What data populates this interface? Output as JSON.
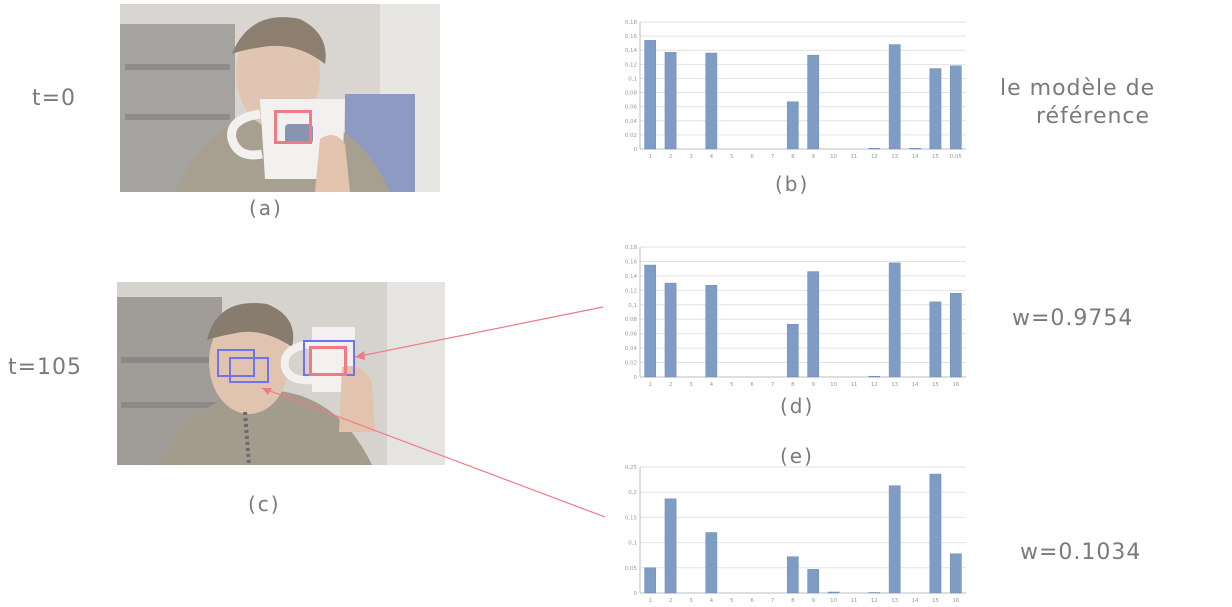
{
  "labels": {
    "t0": "t=0",
    "t105": "t=105",
    "caption_a": "(a)",
    "caption_b": "(b)",
    "caption_c": "(c)",
    "caption_d": "(d)",
    "caption_e": "(e)",
    "reference_line1": "le modèle de",
    "reference_line2": "référence",
    "weight_d": "w=0.9754",
    "weight_e": "w=0.1034"
  },
  "colors": {
    "bar": "#7f9cc4",
    "grid": "#e2e2e2",
    "tick_text": "#9a9a9a",
    "target_box": "#f07a86",
    "candidate_box": "#6f74ee",
    "arrow": "#f07a86"
  },
  "chart_data": [
    {
      "id": "b",
      "type": "bar",
      "categories": [
        "1",
        "2",
        "3",
        "4",
        "5",
        "6",
        "7",
        "8",
        "9",
        "10",
        "11",
        "12",
        "13",
        "14",
        "15",
        "0,05"
      ],
      "values": [
        0.154,
        0.137,
        0,
        0.136,
        0,
        0,
        0,
        0.067,
        0.133,
        0,
        0,
        0.001,
        0.148,
        0.001,
        0.114,
        0.118
      ],
      "yticks": [
        "0,18",
        "0,16",
        "0,14",
        "0,12",
        "0,1",
        "0,08",
        "0,06",
        "0,04",
        "0,02",
        "0"
      ],
      "ylim": [
        0,
        0.18
      ],
      "grid": true
    },
    {
      "id": "d",
      "type": "bar",
      "categories": [
        "1",
        "2",
        "3",
        "4",
        "5",
        "6",
        "7",
        "8",
        "9",
        "10",
        "11",
        "12",
        "13",
        "14",
        "15",
        "16"
      ],
      "values": [
        0.155,
        0.13,
        0,
        0.127,
        0,
        0,
        0,
        0.073,
        0.146,
        0,
        0,
        0.001,
        0.158,
        0,
        0.104,
        0.116
      ],
      "yticks": [
        "0,18",
        "0,16",
        "0,14",
        "0,12",
        "0,1",
        "0,08",
        "0,06",
        "0,04",
        "0,02",
        "0"
      ],
      "ylim": [
        0,
        0.18
      ],
      "grid": true
    },
    {
      "id": "e",
      "type": "bar",
      "categories": [
        "1",
        "2",
        "3",
        "4",
        "5",
        "6",
        "7",
        "8",
        "9",
        "10",
        "11",
        "12",
        "13",
        "14",
        "15",
        "16"
      ],
      "values": [
        0.05,
        0.187,
        0,
        0.12,
        0,
        0,
        0,
        0.072,
        0.047,
        0.002,
        0,
        0.001,
        0.213,
        0,
        0.236,
        0.078
      ],
      "yticks": [
        "0,25",
        "0,2",
        "0,15",
        "0,1",
        "0,05",
        "0"
      ],
      "ylim": [
        0,
        0.25
      ],
      "grid": true
    }
  ]
}
